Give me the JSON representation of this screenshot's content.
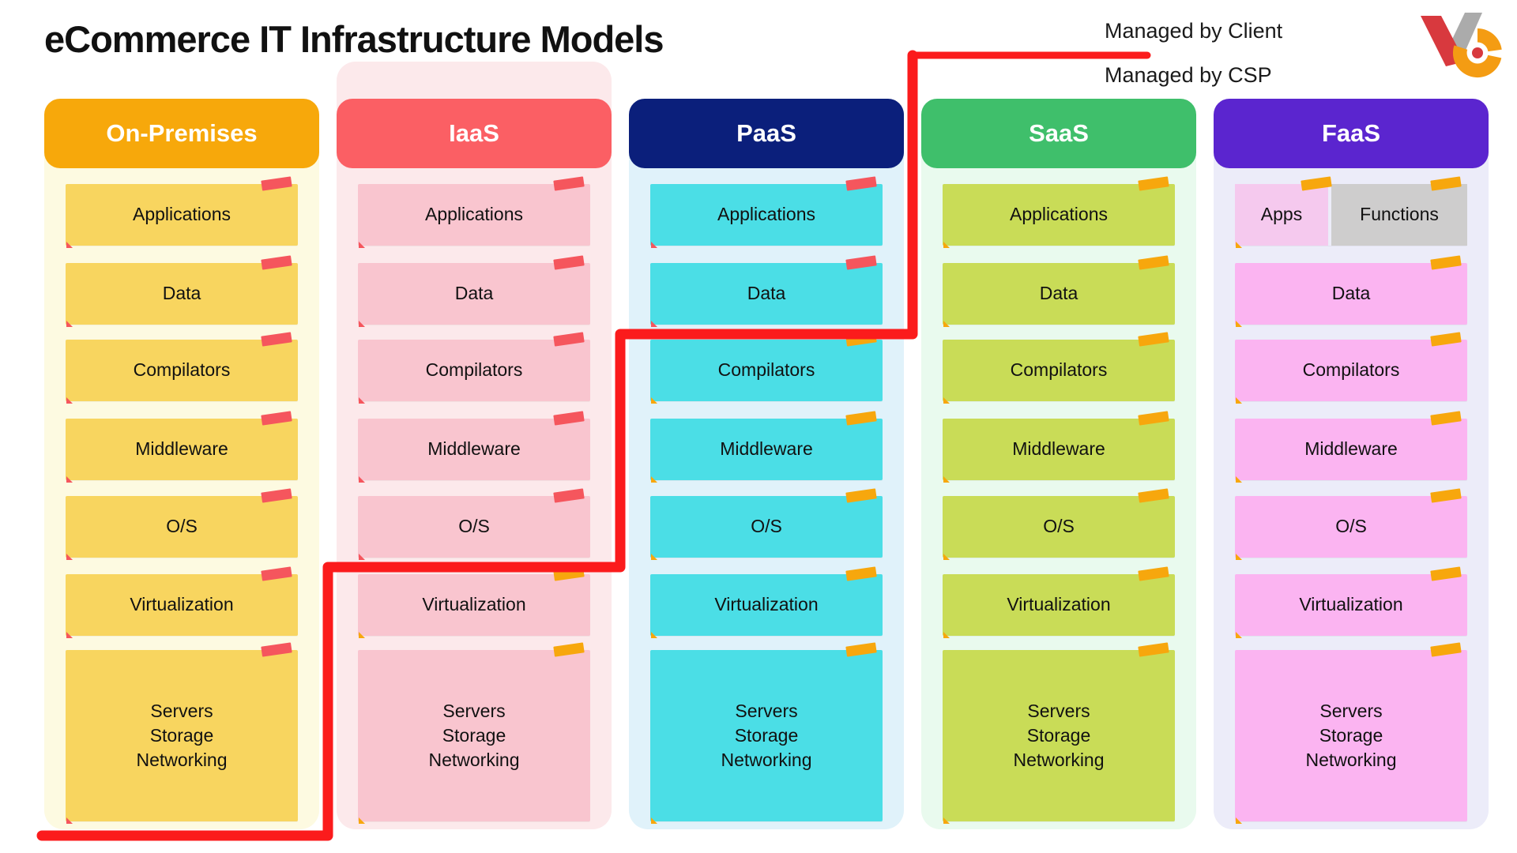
{
  "title": "eCommerce IT Infrastructure Models",
  "legend": {
    "client": "Managed by Client",
    "csp": "Managed by CSP"
  },
  "colors": {
    "divider_line": "#FB1B1C",
    "tape_red": "#F5565D",
    "tape_orange": "#F7A70D",
    "logo_red": "#D8393E",
    "logo_gray": "#ABABAB",
    "logo_orange": "#F49C13"
  },
  "columns": [
    {
      "id": "on-premises",
      "header": "On-Premises",
      "header_color": "#F7A80B",
      "bg_color": "#FDFAE1",
      "note_color": "#F8D55F",
      "rows": [
        {
          "label": "Applications",
          "tape": "red"
        },
        {
          "label": "Data",
          "tape": "red"
        },
        {
          "label": "Compilators",
          "tape": "red"
        },
        {
          "label": "Middleware",
          "tape": "red"
        },
        {
          "label": "O/S",
          "tape": "red"
        },
        {
          "label": "Virtualization",
          "tape": "red"
        },
        {
          "lines": [
            "Servers",
            "Storage",
            "Networking"
          ],
          "tape": "red",
          "tall": true
        }
      ]
    },
    {
      "id": "iaas",
      "header": "IaaS",
      "header_color": "#FB5F64",
      "bg_color": "#FCE9EB",
      "note_color": "#F9C5CF",
      "rows": [
        {
          "label": "Applications",
          "tape": "red"
        },
        {
          "label": "Data",
          "tape": "red"
        },
        {
          "label": "Compilators",
          "tape": "red"
        },
        {
          "label": "Middleware",
          "tape": "red"
        },
        {
          "label": "O/S",
          "tape": "red"
        },
        {
          "label": "Virtualization",
          "tape": "orange"
        },
        {
          "lines": [
            "Servers",
            "Storage",
            "Networking"
          ],
          "tape": "orange",
          "tall": true
        }
      ]
    },
    {
      "id": "paas",
      "header": "PaaS",
      "header_color": "#0B1F7B",
      "bg_color": "#E0F2FA",
      "note_color": "#4BDEE6",
      "rows": [
        {
          "label": "Applications",
          "tape": "red"
        },
        {
          "label": "Data",
          "tape": "red"
        },
        {
          "label": "Compilators",
          "tape": "orange"
        },
        {
          "label": "Middleware",
          "tape": "orange"
        },
        {
          "label": "O/S",
          "tape": "orange"
        },
        {
          "label": "Virtualization",
          "tape": "orange"
        },
        {
          "lines": [
            "Servers",
            "Storage",
            "Networking"
          ],
          "tape": "orange",
          "tall": true
        }
      ]
    },
    {
      "id": "saas",
      "header": "SaaS",
      "header_color": "#3FBF6B",
      "bg_color": "#E9FAEE",
      "note_color": "#C9DC57",
      "rows": [
        {
          "label": "Applications",
          "tape": "orange"
        },
        {
          "label": "Data",
          "tape": "orange"
        },
        {
          "label": "Compilators",
          "tape": "orange"
        },
        {
          "label": "Middleware",
          "tape": "orange"
        },
        {
          "label": "O/S",
          "tape": "orange"
        },
        {
          "label": "Virtualization",
          "tape": "orange"
        },
        {
          "lines": [
            "Servers",
            "Storage",
            "Networking"
          ],
          "tape": "orange",
          "tall": true
        }
      ]
    },
    {
      "id": "faas",
      "header": "FaaS",
      "header_color": "#5B25CF",
      "bg_color": "#ECECF9",
      "note_color": "#FBB4F1",
      "rows": [
        {
          "split": [
            {
              "label": "Apps",
              "color": "#F5C9EE"
            },
            {
              "label": "Functions",
              "color": "#CECDCD"
            }
          ],
          "tape": "orange"
        },
        {
          "label": "Data",
          "tape": "orange"
        },
        {
          "label": "Compilators",
          "tape": "orange"
        },
        {
          "label": "Middleware",
          "tape": "orange"
        },
        {
          "label": "O/S",
          "tape": "orange"
        },
        {
          "label": "Virtualization",
          "tape": "orange"
        },
        {
          "lines": [
            "Servers",
            "Storage",
            "Networking"
          ],
          "tape": "orange",
          "tall": true
        }
      ]
    }
  ]
}
